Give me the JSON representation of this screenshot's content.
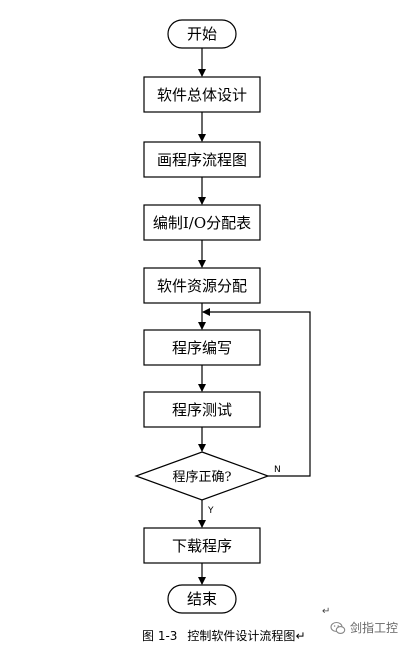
{
  "nodes": {
    "start": "开始",
    "overall_design": "软件总体设计",
    "draw_flowchart": "画程序流程图",
    "io_table": "编制I/O分配表",
    "resource_alloc": "软件资源分配",
    "programming": "程序编写",
    "testing": "程序测试",
    "decision": "程序正确?",
    "download": "下载程序",
    "end": "结束"
  },
  "edges": {
    "no_label": "N",
    "yes_label": "Y"
  },
  "caption": {
    "figure_no": "图 1-3",
    "title": "控制软件设计流程图"
  },
  "watermark": {
    "text": "剑指工控",
    "icon": "wechat-logo-icon"
  },
  "colors": {
    "line": "#000000",
    "background": "#ffffff"
  }
}
